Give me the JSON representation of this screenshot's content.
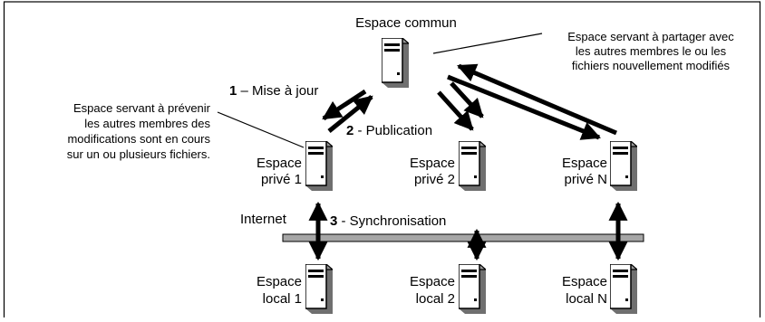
{
  "title": "Espace commun",
  "callout_right": [
    "Espace servant à partager avec",
    "les autres membres le ou les",
    "fichiers nouvellement modifiés"
  ],
  "callout_left": [
    "Espace servant à prévenir",
    "les autres membres des",
    "modifications sont en cours",
    "sur un ou plusieurs fichiers."
  ],
  "arrows": {
    "step1": {
      "number": "1",
      "text": " – Mise à jour"
    },
    "step2": {
      "number": "2",
      "text": " - Publication"
    },
    "step3": {
      "number": "3",
      "text": " - Synchronisation"
    }
  },
  "internet_label": "Internet",
  "private_spaces": [
    {
      "line1": "Espace",
      "line2": "privé 1"
    },
    {
      "line1": "Espace",
      "line2": "privé 2"
    },
    {
      "line1": "Espace",
      "line2": "privé N"
    }
  ],
  "local_spaces": [
    {
      "line1": "Espace",
      "line2": "local 1"
    },
    {
      "line1": "Espace",
      "line2": "local 2"
    },
    {
      "line1": "Espace",
      "line2": "local N"
    }
  ],
  "colors": {
    "bus": "#a6a6a6",
    "line": "#000000",
    "server_shadow": "#6f6f6f"
  },
  "icon": "server-tower-icon"
}
